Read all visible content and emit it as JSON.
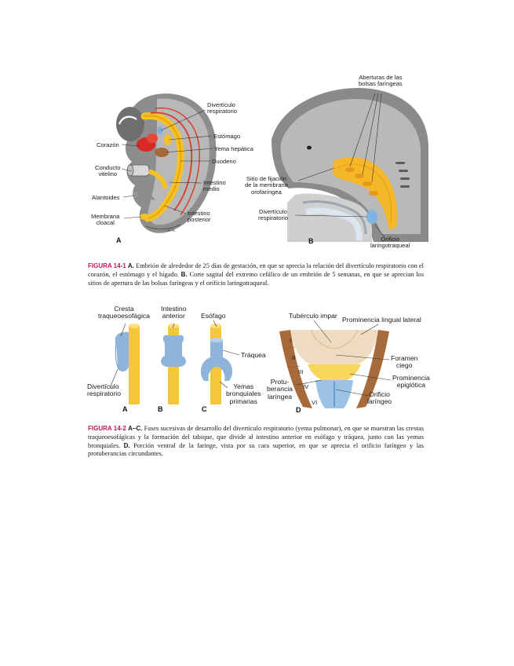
{
  "figure1": {
    "panelA": {
      "letter": "A",
      "labels": {
        "diverticulo": "Divertículo\nrespiratorio",
        "estomago": "Estómago",
        "corazon": "Corazón",
        "yema": "Yema hepática",
        "duodeno": "Duodeno",
        "conducto": "Conducto\nvitelino",
        "intestino_medio": "Intestino\nmedio",
        "alantoides": "Alantoides",
        "membrana": "Membrana\ncloacal",
        "intestino_posterior": "Intestino\nposterior",
        "signature": "Jk-K"
      }
    },
    "panelB": {
      "letter": "B",
      "labels": {
        "aberturas": "Aberturas de las\nbolsas faríngeas",
        "sitio": "Sitio de fijación\nde la membrana\norofaríngea",
        "diverticulo": "Divertículo\nrespiratorio",
        "orificio": "Orificio\nlaringotraqueal"
      }
    },
    "caption": {
      "label": "FIGURA 14-1",
      "keyA": "A.",
      "textA": " Embrión de alrededor de 25 días de gestación, en que se aprecia la relación del divertículo respiratorio con el corazón, el estómago y el hígado. ",
      "keyB": "B.",
      "textB": " Corte sagital del extremo cefálico de un embrión de 5 semanas, en que se aprecian los sitios de apertura de las bolsas faríngeas y el orificio laringotraqueal."
    }
  },
  "figure2": {
    "labels": {
      "cresta": "Cresta\ntraqueoesofágica",
      "intestino_anterior": "Intestino\nanterior",
      "esofago": "Esófago",
      "traquea": "Tráquea",
      "diverticulo": "Divertículo\nrespiratorio",
      "yemas": "Yemas\nbronquiales\nprimarias",
      "tuberculo": "Tubérculo impar",
      "prominencia_lateral": "Prominencia lingual lateral",
      "foramen": "Foramen\nciego",
      "prominencia_epiglotica": "Prominencia\nepiglótica",
      "protuberancia": "Protu-\nberancia\nlaríngea",
      "orificio": "Orificio\nlaríngeo"
    },
    "arches": [
      "I",
      "II",
      "III",
      "IV",
      "VI"
    ],
    "letters": [
      "A",
      "B",
      "C",
      "D"
    ],
    "caption": {
      "label": "FIGURA 14-2",
      "keyAC": "A–C.",
      "textAC": " Fases sucesivas de desarrollo del divertículo respiratorio (yema pulmonar), en que se muestran las crestas traqueoesofágicas y la formación del tabique, que divide al intestino anterior en esófago y tráquea, junto con las yemas bronquiales. ",
      "keyD": "D.",
      "textD": " Porción ventral de la faringe, vista por su cara superior, en que se aprecia el orificio faríngeo y las protuberancias circundantes."
    }
  }
}
